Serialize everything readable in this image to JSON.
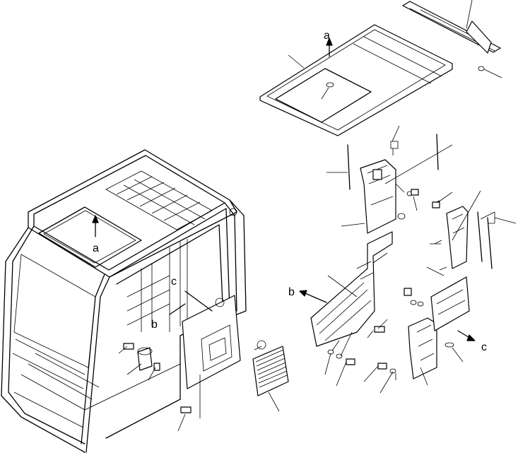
{
  "colors": {
    "line": "#000000",
    "background": "#ffffff"
  },
  "labels": {
    "a_top": "a",
    "a_cab": "a",
    "b_cab": "b",
    "b_panel": "b",
    "c_cab": "c",
    "c_panel": "c"
  }
}
